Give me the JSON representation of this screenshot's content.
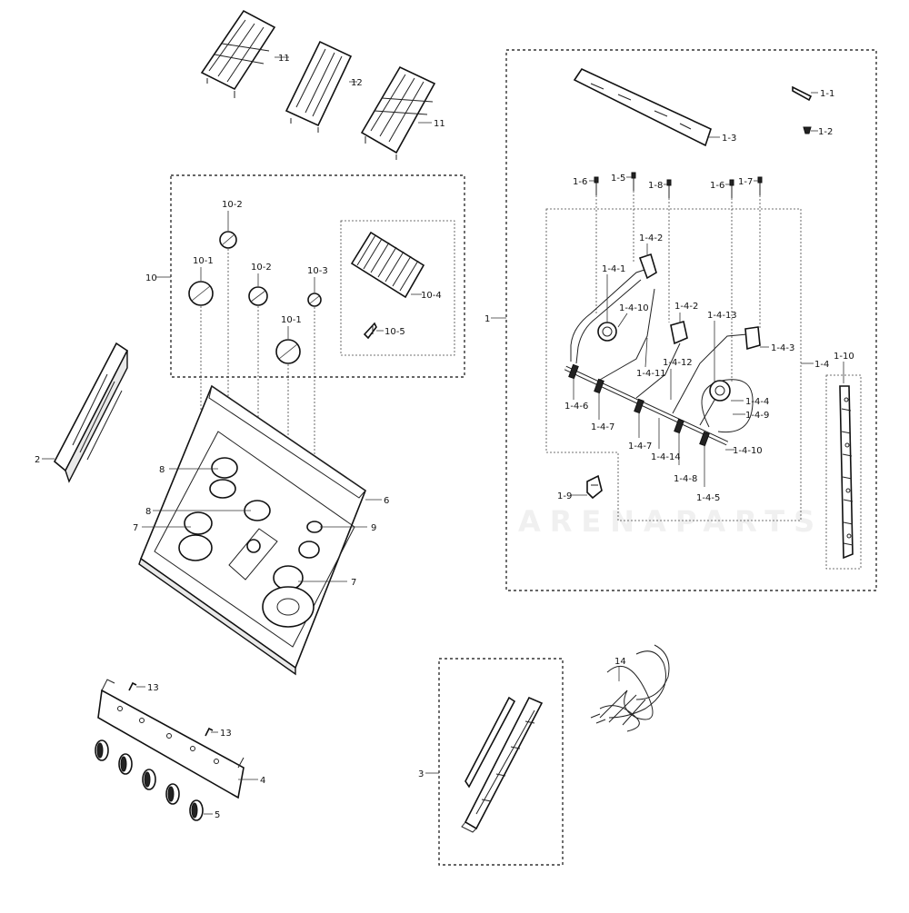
{
  "watermark": {
    "text": "ARENAPARTS"
  },
  "callouts": {
    "p11a": "11",
    "p12": "12",
    "p11b": "11",
    "p10": "10",
    "p10_1a": "10-1",
    "p10_2a": "10-2",
    "p10_2b": "10-2",
    "p10_3": "10-3",
    "p10_1b": "10-1",
    "p10_4": "10-4",
    "p10_5": "10-5",
    "p2": "2",
    "p6": "6",
    "p8a": "8",
    "p8b": "8",
    "p7a": "7",
    "p7b": "7",
    "p9": "9",
    "p13a": "13",
    "p13b": "13",
    "p4": "4",
    "p5": "5",
    "p1": "1",
    "p1_1": "1-1",
    "p1_2": "1-2",
    "p1_3": "1-3",
    "p1_6a": "1-6",
    "p1_5": "1-5",
    "p1_8": "1-8",
    "p1_6b": "1-6",
    "p1_7": "1-7",
    "p1_4_2a": "1-4-2",
    "p1_4_1": "1-4-1",
    "p1_4_10a": "1-4-10",
    "p1_4_2b": "1-4-2",
    "p1_4_13": "1-4-13",
    "p1_4_3": "1-4-3",
    "p1_4_11": "1-4-11",
    "p1_4_12": "1-4-12",
    "p1_4": "1-4",
    "p1_10": "1-10",
    "p1_4_6": "1-4-6",
    "p1_4_4": "1-4-4",
    "p1_4_9": "1-4-9",
    "p1_4_7a": "1-4-7",
    "p1_4_7b": "1-4-7",
    "p1_4_14": "1-4-14",
    "p1_4_10b": "1-4-10",
    "p1_4_8": "1-4-8",
    "p1_4_5": "1-4-5",
    "p1_9": "1-9",
    "p3": "3",
    "p14": "14"
  }
}
